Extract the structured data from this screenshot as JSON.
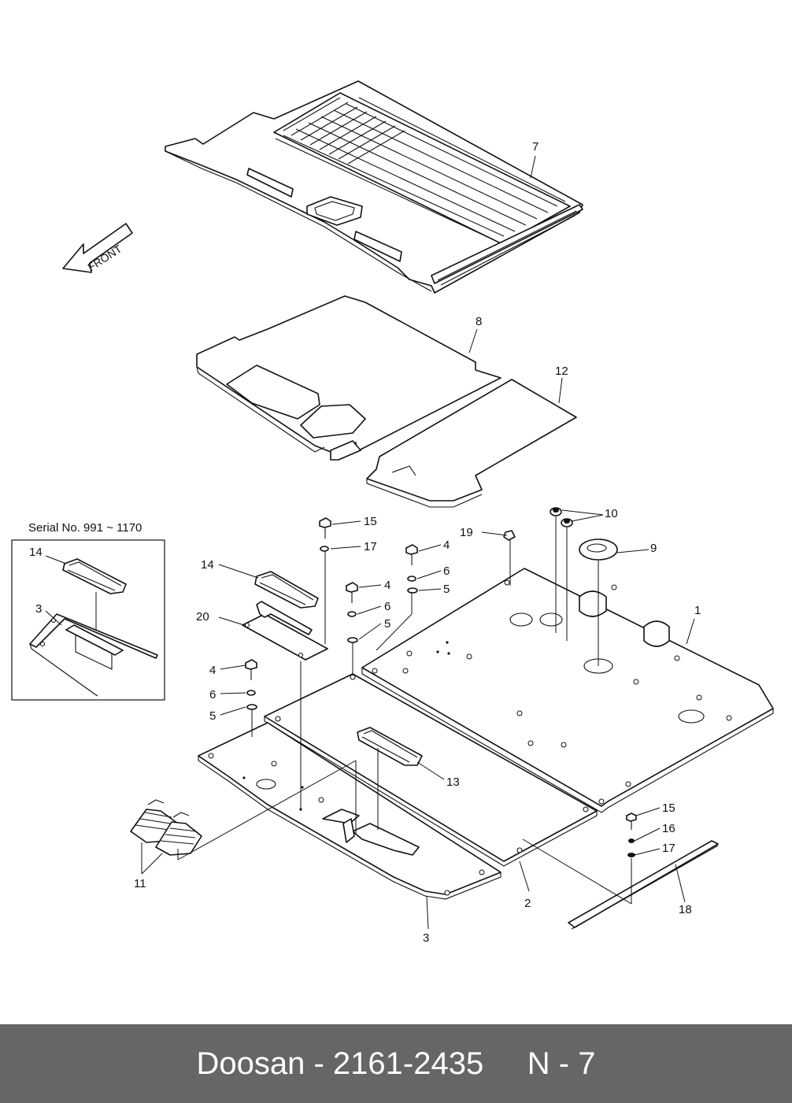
{
  "diagram": {
    "front_arrow_text": "FRONT",
    "inset_title": "Serial No. 991 ~ 1170",
    "labels": {
      "p1": "1",
      "p2": "2",
      "p3": "3",
      "p7": "7",
      "p8": "8",
      "p9": "9",
      "p10": "10",
      "p11": "11",
      "p12": "12",
      "p13": "13",
      "p14": "14",
      "p15": "15",
      "p16": "16",
      "p17": "17",
      "p18": "18",
      "p19": "19",
      "p20": "20",
      "p4": "4",
      "p5": "5",
      "p6": "6"
    },
    "inset_labels": {
      "p14": "14",
      "p3": "3"
    }
  },
  "footer": {
    "brand": "Doosan",
    "separator": " - ",
    "part_number": "2161-2435",
    "page_ref": "N - 7"
  }
}
